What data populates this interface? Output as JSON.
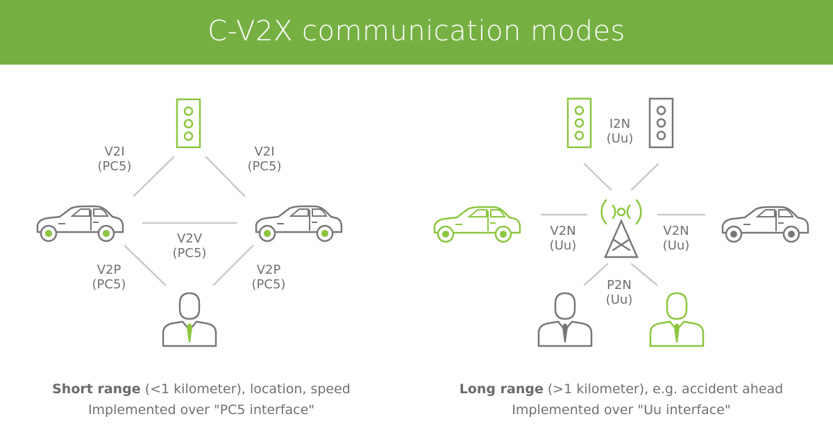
{
  "title": "C-V2X communication modes",
  "colors": {
    "header": "#76b043",
    "accent": "#8cc63f",
    "gray": "#777777",
    "line": "#c6cdc6"
  },
  "short_range": {
    "links": {
      "v2i_left": {
        "name": "V2I",
        "iface": "(PC5)"
      },
      "v2i_right": {
        "name": "V2I",
        "iface": "(PC5)"
      },
      "v2v": {
        "name": "V2V",
        "iface": "(PC5)"
      },
      "v2p_left": {
        "name": "V2P",
        "iface": "(PC5)"
      },
      "v2p_right": {
        "name": "V2P",
        "iface": "(PC5)"
      }
    },
    "caption": {
      "bold": "Short range",
      "line1_rest": " (<1 kilometer), location, speed",
      "line2": "Implemented over \"PC5 interface\""
    }
  },
  "long_range": {
    "links": {
      "i2n": {
        "name": "I2N",
        "iface": "(Uu)"
      },
      "v2n_left": {
        "name": "V2N",
        "iface": "(Uu)"
      },
      "v2n_right": {
        "name": "V2N",
        "iface": "(Uu)"
      },
      "p2n": {
        "name": "P2N",
        "iface": "(Uu)"
      }
    },
    "caption": {
      "bold": "Long range",
      "line1_rest": " (>1 kilometer), e.g. accident ahead",
      "line2": "Implemented over \"Uu interface\""
    }
  },
  "icons": {
    "traffic_light": "traffic-light-icon",
    "car": "car-icon",
    "person": "person-icon",
    "cell_tower": "cell-tower-icon"
  }
}
